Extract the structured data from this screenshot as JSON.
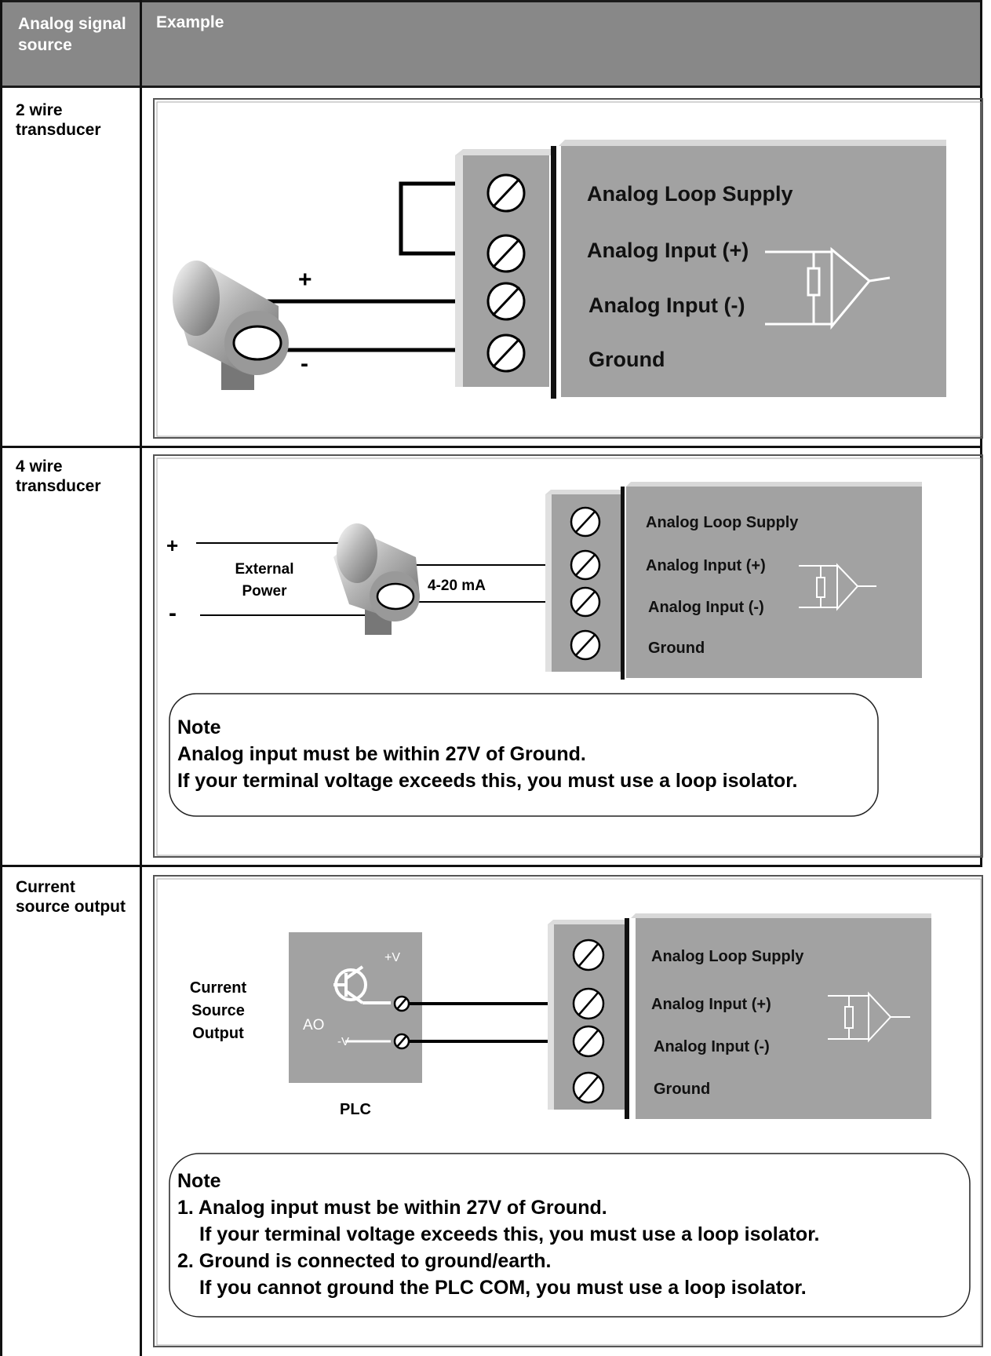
{
  "header": {
    "col1": "Analog signal source",
    "col2": "Example"
  },
  "rows": [
    {
      "label": "2 wire transducer",
      "diagram": {
        "terminals": [
          "Analog Loop Supply",
          "Analog Input (+)",
          "Analog Input (-)",
          "Ground"
        ],
        "plus": "+",
        "minus": "-"
      }
    },
    {
      "label": "4 wire transducer",
      "diagram": {
        "terminals": [
          "Analog Loop Supply",
          "Analog Input (+)",
          "Analog Input (-)",
          "Ground"
        ],
        "plus": "+",
        "minus": "-",
        "power_label_1": "External",
        "power_label_2": "Power",
        "current_label": "4-20 mA"
      },
      "note": {
        "title": "Note",
        "lines": [
          "Analog input must be within 27V of Ground.",
          "If your terminal voltage exceeds this, you must use a loop isolator."
        ]
      }
    },
    {
      "label": "Current source output",
      "diagram": {
        "terminals": [
          "Analog Loop Supply",
          "Analog Input (+)",
          "Analog Input (-)",
          "Ground"
        ],
        "source_lines": [
          "Current",
          "Source",
          "Output"
        ],
        "plc_pos": "+V",
        "plc_ao": "AO",
        "plc_neg": "-V",
        "plc_label": "PLC"
      },
      "note": {
        "title": "Note",
        "lines": [
          "1. Analog input must be within 27V of Ground.",
          "If your terminal voltage exceeds this, you must use a loop isolator.",
          "2. Ground is connected to ground/earth.",
          "If you cannot ground the PLC COM, you must use a loop isolator."
        ]
      }
    }
  ]
}
